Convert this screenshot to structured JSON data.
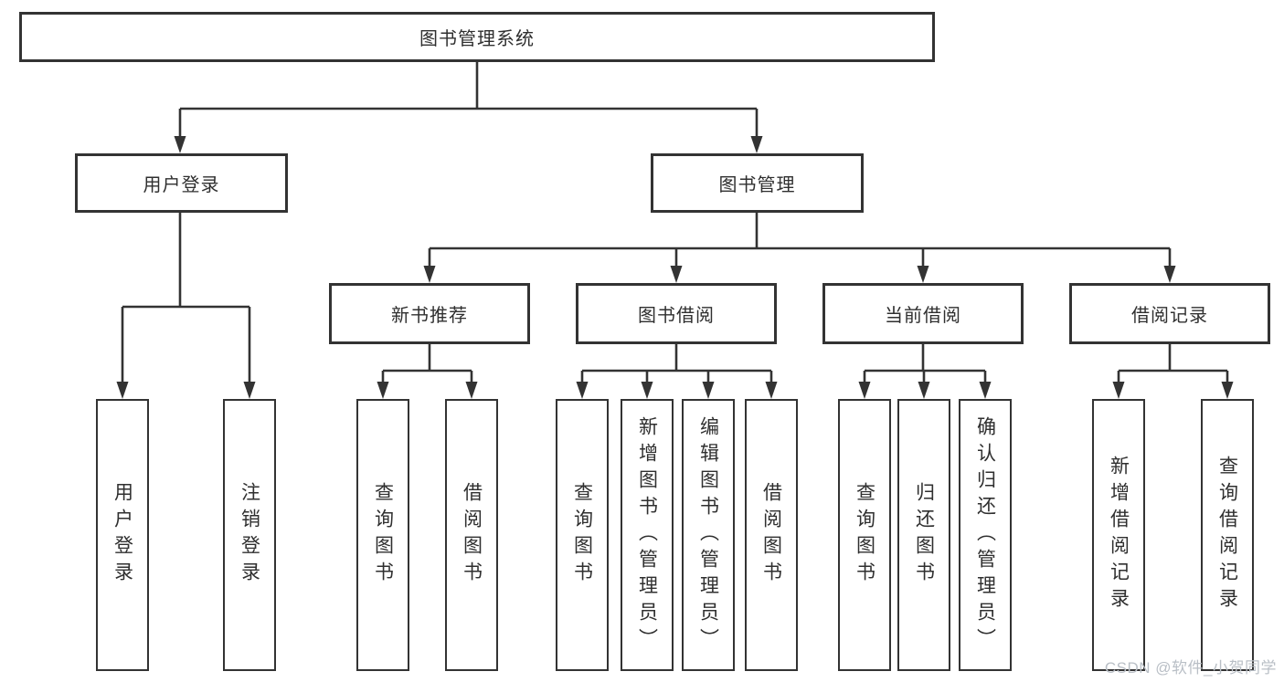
{
  "title": "图书管理系统",
  "watermark": "CSDN @软件_小贺同学",
  "colors": {
    "line": "#333333",
    "box_border": "#333333",
    "text": "#2f2f2f",
    "watermark": "#b9bfc6",
    "background": "#ffffff"
  },
  "tree": {
    "label": "图书管理系统",
    "children": [
      {
        "label": "用户登录",
        "children": [
          {
            "label": "用户登录"
          },
          {
            "label": "注销登录"
          }
        ]
      },
      {
        "label": "图书管理",
        "children": [
          {
            "label": "新书推荐",
            "children": [
              {
                "label": "查询图书"
              },
              {
                "label": "借阅图书"
              }
            ]
          },
          {
            "label": "图书借阅",
            "children": [
              {
                "label": "查询图书"
              },
              {
                "label": "新增图书（管理员）"
              },
              {
                "label": "编辑图书（管理员）"
              },
              {
                "label": "借阅图书"
              }
            ]
          },
          {
            "label": "当前借阅",
            "children": [
              {
                "label": "查询图书"
              },
              {
                "label": "归还图书"
              },
              {
                "label": "确认归还（管理员）"
              }
            ]
          },
          {
            "label": "借阅记录",
            "children": [
              {
                "label": "新增借阅记录"
              },
              {
                "label": "查询借阅记录"
              }
            ]
          }
        ]
      }
    ]
  }
}
